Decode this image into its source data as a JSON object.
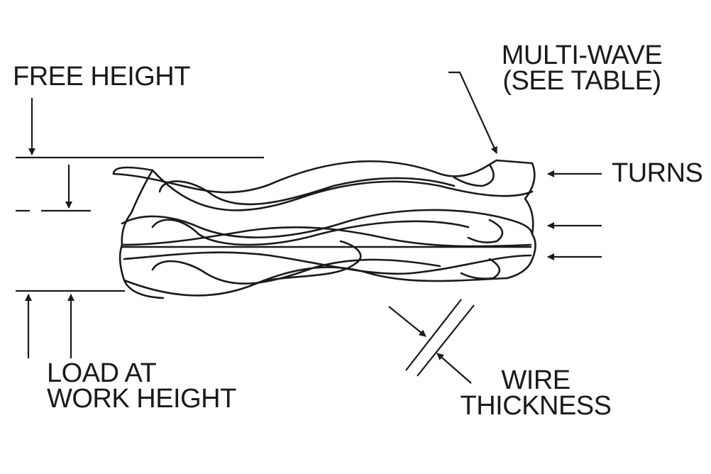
{
  "labels": {
    "free_height": "FREE HEIGHT",
    "multi_wave_line1": "MULTI-WAVE",
    "multi_wave_line2": "(SEE TABLE)",
    "turns": "TURNS",
    "load_line1": "LOAD AT",
    "load_line2": "WORK HEIGHT",
    "wire_line1": "WIRE",
    "wire_line2": "THICKNESS"
  },
  "colors": {
    "ink": "#1a1a1a",
    "background": "#ffffff"
  }
}
